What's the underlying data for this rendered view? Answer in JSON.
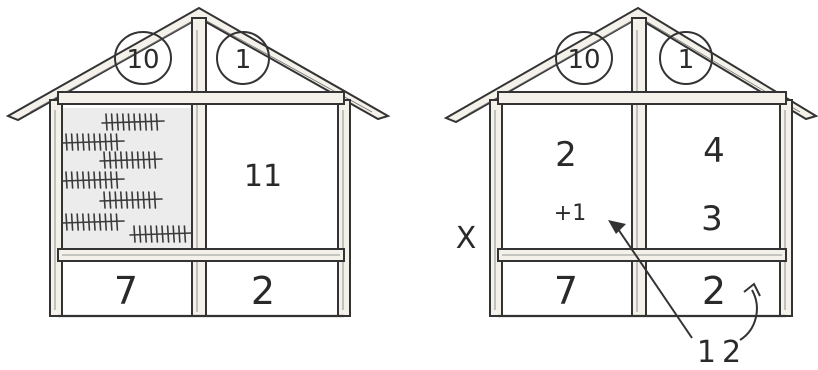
{
  "houses": [
    {
      "roof_left": "10",
      "roof_right": "1",
      "upper_right": "11",
      "bottom_left": "7",
      "bottom_right": "2",
      "tally_groups": 7
    },
    {
      "roof_left": "10",
      "roof_right": "1",
      "upper_left_top": "2",
      "upper_right_top": "4",
      "upper_left_mid": "+1",
      "upper_right_mid": "3",
      "bottom_left": "7",
      "bottom_right": "2",
      "side_mark": "X",
      "annotation": "12"
    }
  ]
}
